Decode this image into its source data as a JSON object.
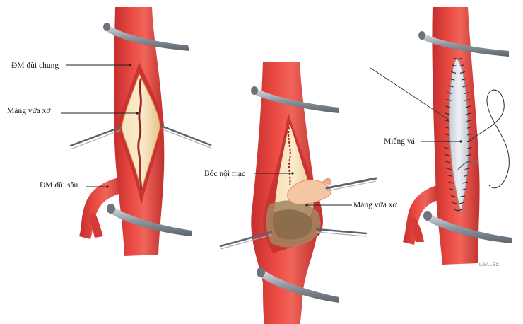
{
  "colors": {
    "artery": "#e2433d",
    "artery_dark": "#b8282a",
    "artery_light": "#f07a6f",
    "plaque": "#f4d9a6",
    "plaque_dark": "#d9a865",
    "clamp": "#9aa3ad",
    "patch": "#dcdfe6",
    "suture": "#2b2b2b"
  },
  "labels": {
    "dm_dui_chung": "ĐM đùi chung",
    "mang_vua_xo_1": "Mảng vữa xơ",
    "dm_dui_sau": "ĐM đùi sâu",
    "boc_noi_mac": "Bóc nội mạc",
    "mang_vua_xo_2": "Mảng vữa xơ",
    "mieng_va": "Miếng vá"
  },
  "credit": "LGALEC"
}
